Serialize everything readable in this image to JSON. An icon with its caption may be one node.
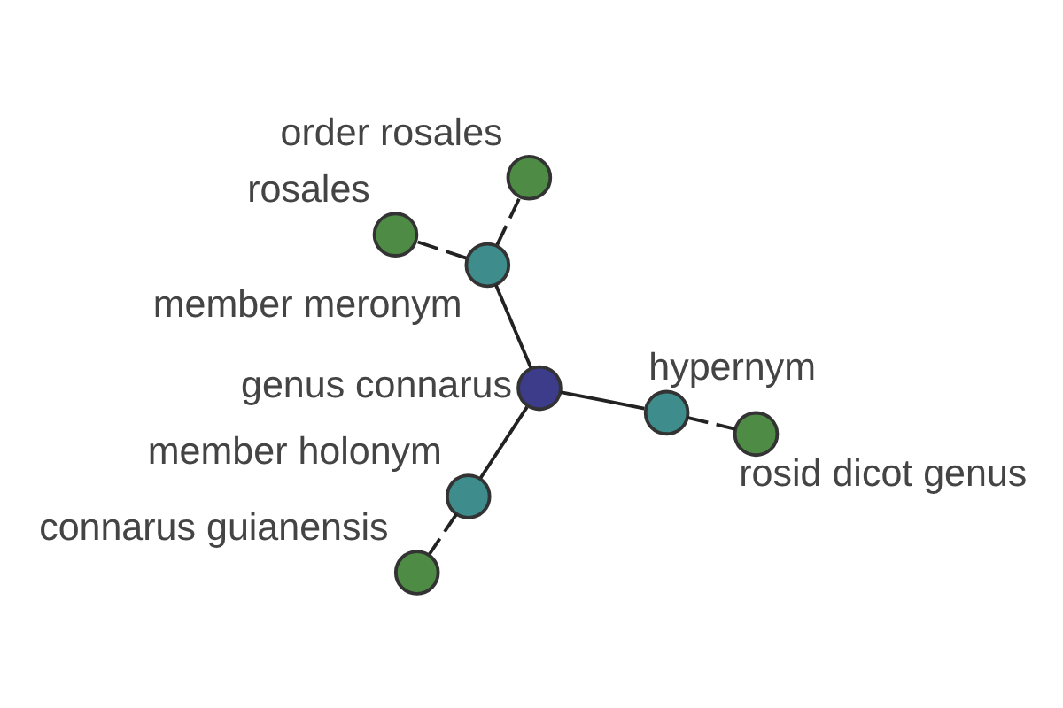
{
  "diagram": {
    "nodes": [
      {
        "text": [
          "rosales"
        ]
      },
      {
        "text": [
          "member meronym"
        ]
      },
      {
        "text": [
          "genus connarus"
        ]
      },
      {
        "text": [
          "order rosales"
        ]
      },
      {
        "text": [
          "member holonym"
        ]
      },
      {
        "text": [
          "hypernym"
        ]
      },
      {
        "text": [
          "connarus guianensis"
        ]
      },
      {
        "text": [
          "rosid dicot genus"
        ]
      }
    ],
    "edges": [
      {
        "from": 2,
        "to": 1,
        "arrow": "none"
      },
      {
        "from": 2,
        "to": 4,
        "arrow": "none"
      },
      {
        "from": 2,
        "to": 5,
        "arrow": "none"
      },
      {
        "from": 1,
        "to": 0,
        "arrow": "none",
        "style": "dashed"
      },
      {
        "from": 1,
        "to": 3,
        "arrow": "none",
        "style": "dashed"
      },
      {
        "from": 4,
        "to": 6,
        "arrow": "none",
        "style": "dashed"
      },
      {
        "from": 5,
        "to": 7,
        "arrow": "none",
        "style": "dashed"
      }
    ]
  }
}
